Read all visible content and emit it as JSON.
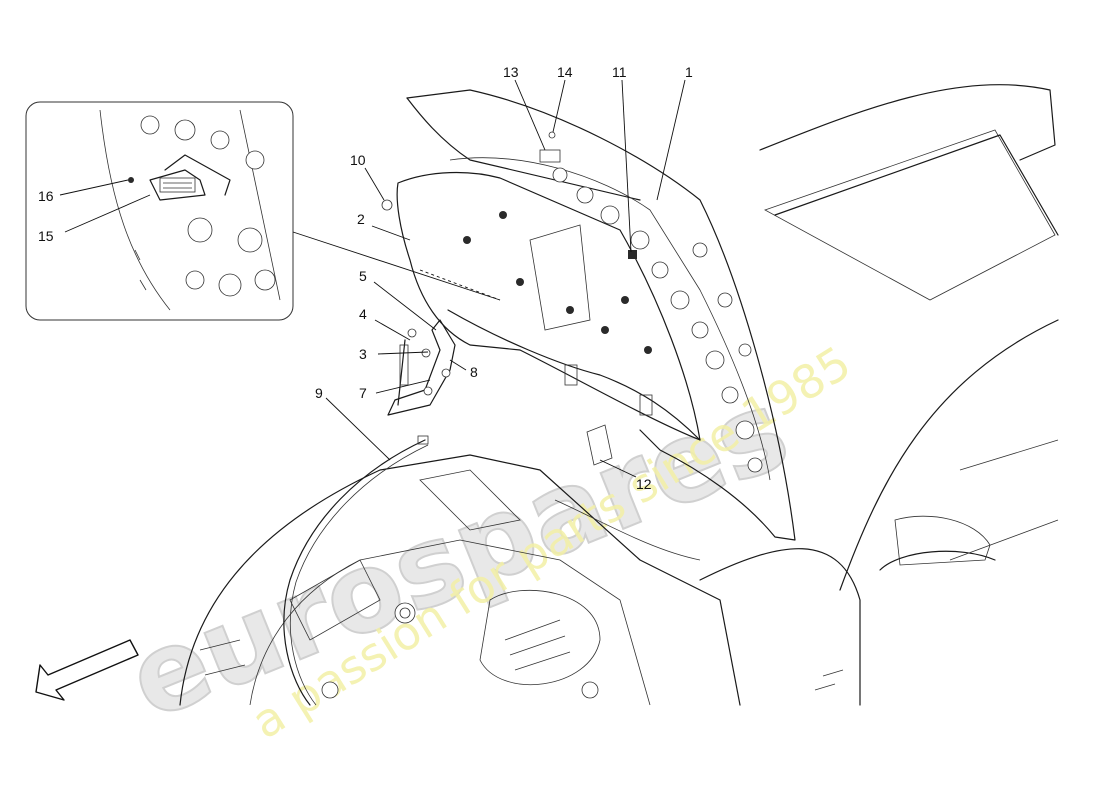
{
  "diagram": {
    "callouts": [
      "1",
      "2",
      "3",
      "4",
      "5",
      "7",
      "8",
      "9",
      "10",
      "11",
      "12",
      "13",
      "14",
      "15",
      "16"
    ],
    "detail_callouts": [
      "16",
      "15"
    ],
    "direction_arrow": "front-direction-arrow"
  },
  "watermark": {
    "logo_text": "eurospares",
    "tagline": "a passion for parts since 1985"
  }
}
